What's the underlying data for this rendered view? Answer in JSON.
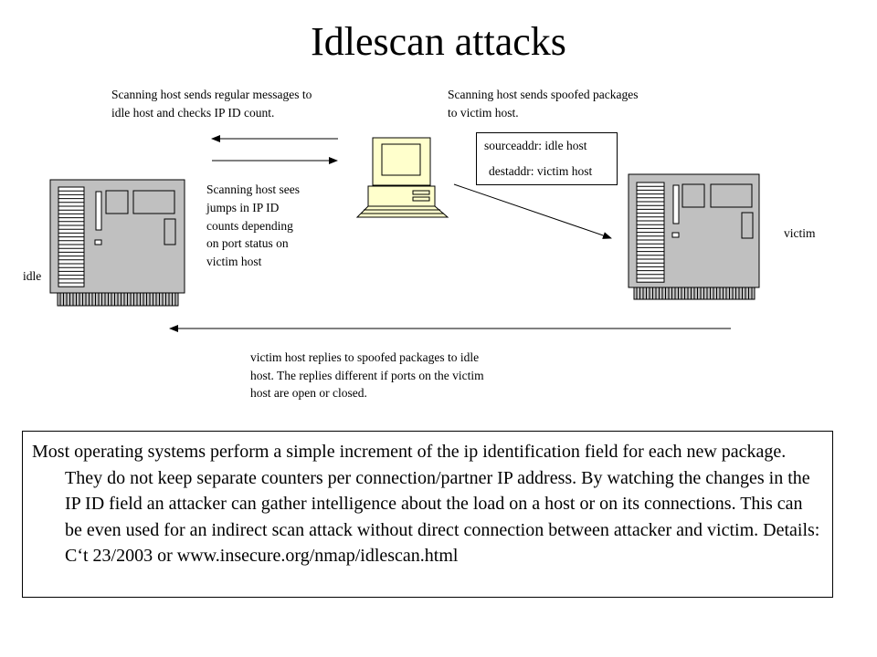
{
  "title": "Idlescan attacks",
  "labels": {
    "scan_regular": "Scanning host sends regular messages to\nidle host and checks IP ID count.",
    "scan_spoofed": "Scanning host sends spoofed packages\nto victim host.",
    "source_addr": "sourceaddr: idle host",
    "dest_addr": "destaddr: victim host",
    "scan_sees": "Scanning host sees\njumps in IP ID\ncounts depending\non port status on\nvictim host",
    "idle": "idle",
    "victim": "victim",
    "victim_replies": "victim host replies to spoofed packages to idle\nhost. The replies different if ports on the victim\nhost are open or closed."
  },
  "description": "Most operating systems perform a simple increment of the ip identification field for each new package. They do not keep separate counters per connection/partner IP address. By watching the changes in the IP ID field an attacker can gather intelligence about the load on a host or on its connections. This can be even used for an indirect scan attack without direct connection between attacker and victim. Details: C‘t 23/2003 or www.insecure.org/nmap/idlescan.html",
  "colors": {
    "server_body": "#c0c0c0",
    "monitor_screen": "#ffffcc",
    "outline": "#000000"
  }
}
